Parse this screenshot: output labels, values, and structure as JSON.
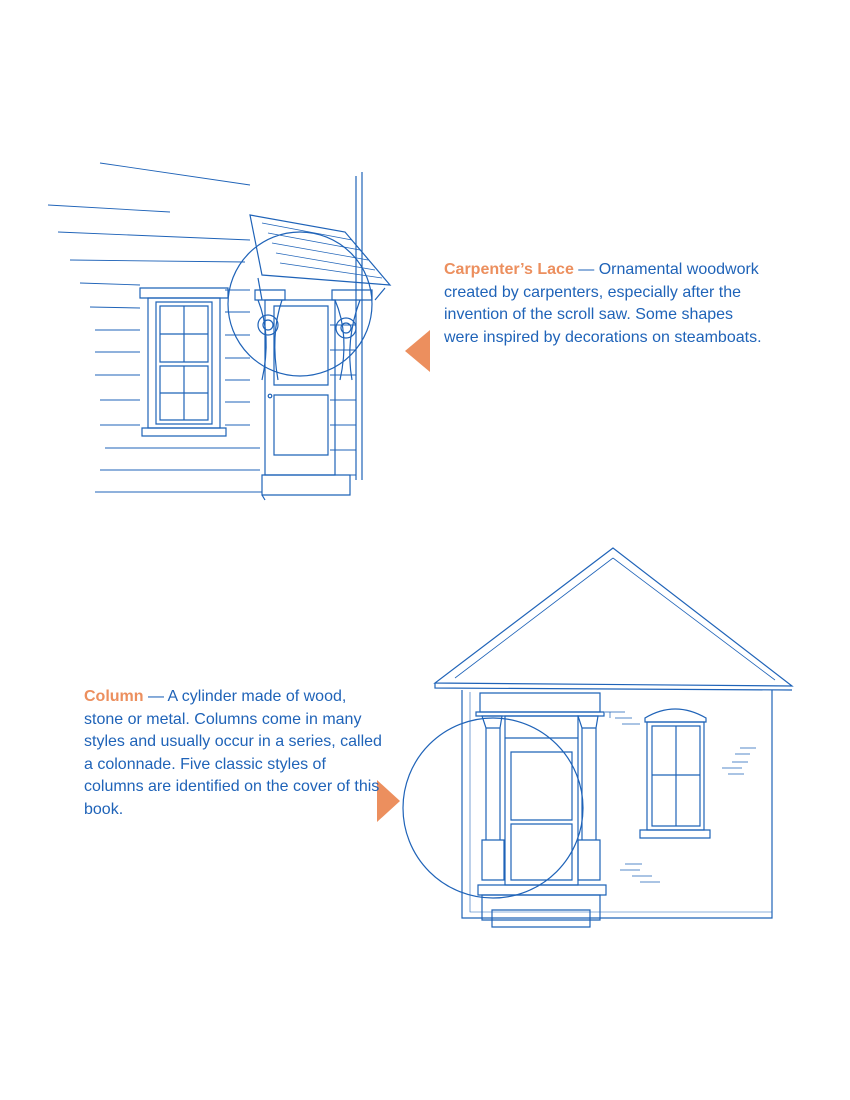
{
  "colors": {
    "line": "#1f63b8",
    "accent": "#ec8f5e",
    "background": "#ffffff"
  },
  "entries": [
    {
      "term": "Carpenter’s Lace",
      "definition": " — Ornamental woodwork created by carpenters, especially after the invention of the scroll saw. Some shapes were inspired by decorations on steamboats.",
      "illustration": "house-side-with-ornate-door-hood",
      "pointer": "left-triangle"
    },
    {
      "term": "Column",
      "definition": " — A cylinder made of wood, stone or metal. Columns come in many styles and usually occur in a series, called a colonnade. Five classic styles of columns are identified on the cover of this book.",
      "illustration": "house-front-with-columned-porch",
      "pointer": "right-triangle"
    }
  ]
}
